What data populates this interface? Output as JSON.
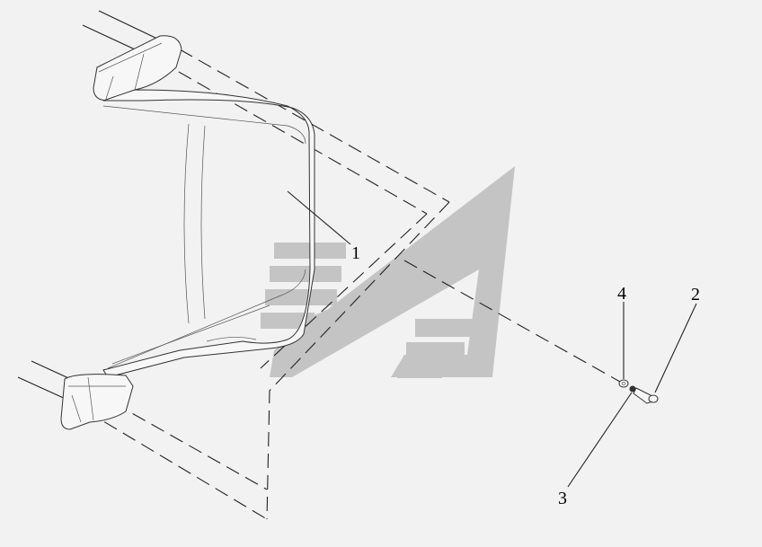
{
  "diagram": {
    "callouts": [
      {
        "id": "1",
        "text": "1"
      },
      {
        "id": "2",
        "text": "2"
      },
      {
        "id": "3",
        "text": "3"
      },
      {
        "id": "4",
        "text": "4"
      }
    ],
    "colors": {
      "background": "#f2f2f2",
      "line": "#222222",
      "watermark": "#c4c4c4"
    },
    "icons": [
      "watermark-logo-icon"
    ]
  }
}
